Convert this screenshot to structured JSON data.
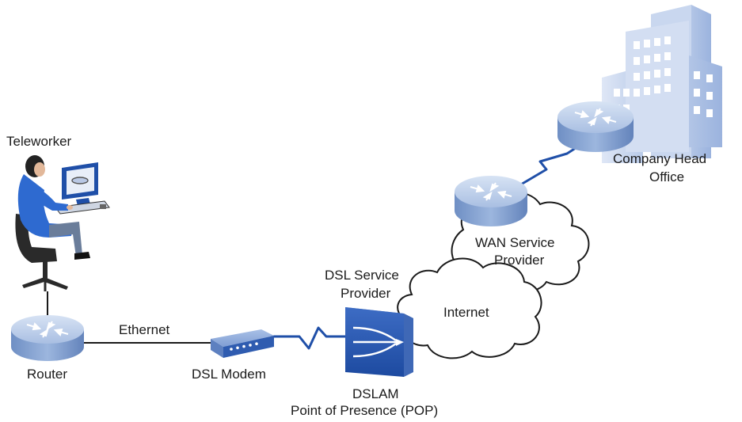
{
  "labels": {
    "teleworker": "Teleworker",
    "router": "Router",
    "ethernet": "Ethernet",
    "dsl_modem": "DSL Modem",
    "dslam": "DSLAM",
    "pop": "Point of Presence (POP)",
    "dsl_provider_line1": "DSL Service",
    "dsl_provider_line2": "Provider",
    "internet": "Internet",
    "wan_provider_line1": "WAN Service",
    "wan_provider_line2": "Provider",
    "head_office_line1": "Company Head",
    "head_office_line2": "Office"
  },
  "icons": {
    "router": "router-icon",
    "modem": "dsl-modem-icon",
    "dslam": "dslam-icon",
    "cloud": "cloud-icon",
    "building": "building-icon",
    "person": "teleworker-icon"
  },
  "colors": {
    "router_fill": "#7f9fd0",
    "router_top": "#b8cbe8",
    "device_dark": "#1f4fa8",
    "cloud_stroke": "#1a1a1a",
    "line": "#1a1a1a",
    "link_serial": "#1f4fa8"
  }
}
